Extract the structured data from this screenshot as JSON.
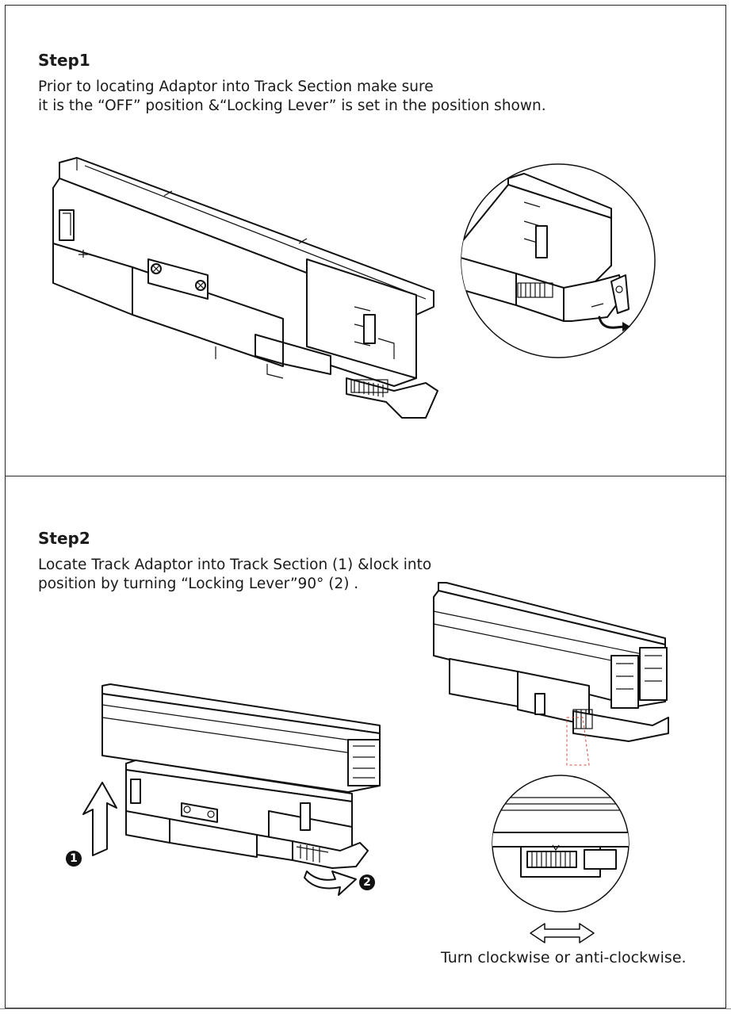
{
  "step1": {
    "title": "Step1",
    "instruction_lines": [
      "Prior to locating Adaptor into Track Section make sure",
      "it is the “OFF” position &“Locking Lever” is set in the position shown."
    ]
  },
  "step2": {
    "title": "Step2",
    "instruction_lines": [
      "Locate Track Adaptor into Track Section (1) &lock into",
      "position by turning “Locking Lever”90° (2) ."
    ],
    "markers": [
      "1",
      "2"
    ],
    "caption": "Turn clockwise or anti-clockwise."
  }
}
